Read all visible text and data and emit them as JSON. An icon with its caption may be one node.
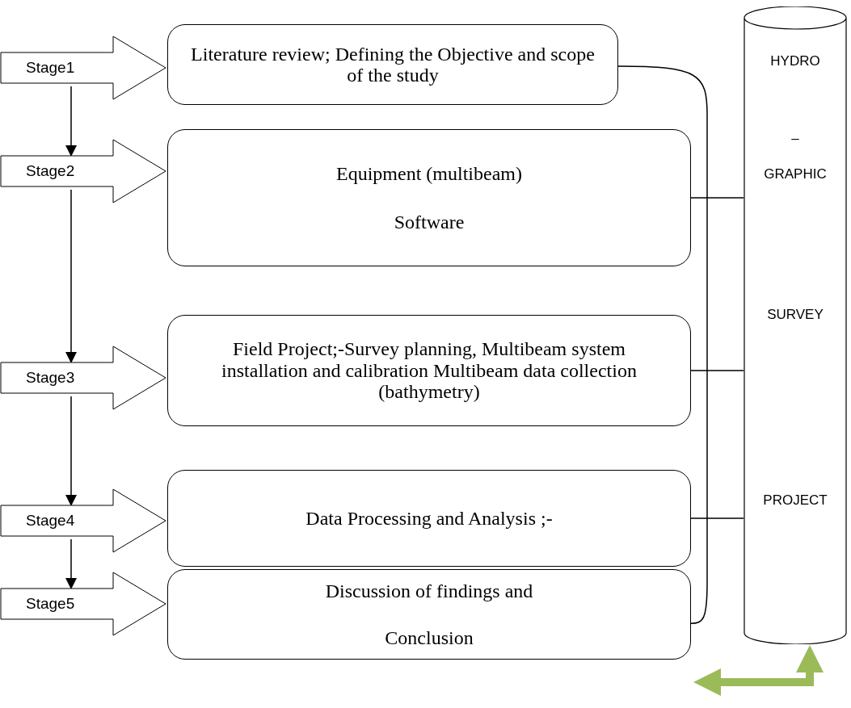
{
  "diagram": {
    "nodes": [
      {
        "text": [
          "Stage1"
        ]
      },
      {
        "text": [
          "Stage2"
        ]
      },
      {
        "text": [
          "Stage3"
        ]
      },
      {
        "text": [
          "Stage4"
        ]
      },
      {
        "text": [
          "Stage5"
        ]
      },
      {
        "text": [
          "Literature review; Defining the Objective and scope of the study"
        ]
      },
      {
        "text": [
          "Equipment (multibeam)",
          "Software"
        ]
      },
      {
        "text": [
          "Field Project;-Survey planning, Multibeam system installation and calibration Multibeam data collection (bathymetry)"
        ]
      },
      {
        "text": [
          "Data Processing and Analysis ;-"
        ]
      },
      {
        "text": [
          "Discussion of findings and",
          "Conclusion"
        ]
      },
      {
        "text": [
          "HYDRO",
          "–",
          "GRAPHIC",
          "SURVEY",
          "PROJECT"
        ]
      }
    ],
    "edges": [
      {
        "from": 0,
        "to": 1,
        "arrow": "to"
      },
      {
        "from": 1,
        "to": 2,
        "arrow": "to"
      },
      {
        "from": 2,
        "to": 3,
        "arrow": "to"
      },
      {
        "from": 3,
        "to": 4,
        "arrow": "to"
      },
      {
        "from": 5,
        "to": 9,
        "arrow": "none"
      },
      {
        "from": 6,
        "to": 10,
        "arrow": "none"
      },
      {
        "from": 7,
        "to": 10,
        "arrow": "none"
      },
      {
        "from": 8,
        "to": 10,
        "arrow": "none"
      },
      {
        "from": 9,
        "to": 10,
        "arrow": "both",
        "style": "thick",
        "color": "#9bbb59"
      }
    ]
  }
}
